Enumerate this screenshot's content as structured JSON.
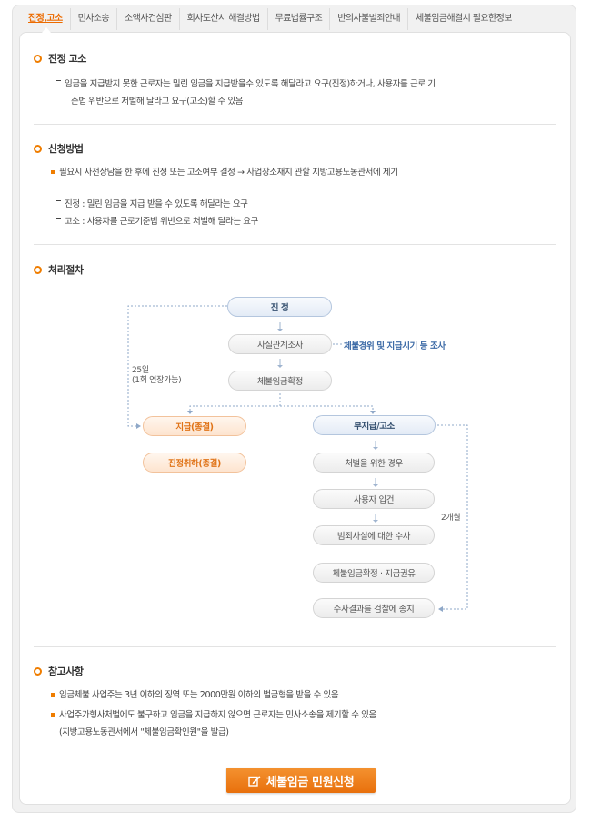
{
  "tabs": [
    {
      "label": "진정,고소",
      "active": true
    },
    {
      "label": "민사소송"
    },
    {
      "label": "소액사건심판"
    },
    {
      "label": "회사도산시 해결방법"
    },
    {
      "label": "무료법률구조"
    },
    {
      "label": "반의사불벌죄안내"
    },
    {
      "label": "체불임금해결시 필요한정보"
    }
  ],
  "section1": {
    "title": "진정 고소",
    "line1": "임금을 지급받지 못한 근로자는 밀린 임금을 지급받을수 있도록 해달라고 요구(진정)하거나, 사용자를 근로 기",
    "line2": "준법 위반으로 처벌해 달라고 요구(고소)할 수 있음"
  },
  "section2": {
    "title": "신청방법",
    "bullet": "필요시 사전상담을 한 후에 진정 또는 고소여부 결정 → 사업장소재지 관할 지방고용노동관서에 제기",
    "item1": "진정 : 밀린 임금을 지급 받을 수 있도록 해달라는 요구",
    "item2": "고소 : 사용자를 근로기준법 위반으로 처벌해 달라는 요구"
  },
  "section3": {
    "title": "처리절차",
    "flow": {
      "step1": "진 정",
      "step2": "사실관계조사",
      "step2_note": "체불경위 및 지급시기 등 조사",
      "step3": "체불임금확정",
      "left_label_line1": "25일",
      "left_label_line2": "(1회 연장가능)",
      "left1": "지급(종결)",
      "left2": "진정취하(종결)",
      "right1": "부지급/고소",
      "right2": "처벌을 위한 경우",
      "right3": "사용자 입건",
      "right4": "범죄사실에 대한 수사",
      "right5": "체불임금확정 · 지급권유",
      "right6": "수사결과를 검찰에 송치",
      "right_label": "2개월"
    }
  },
  "section4": {
    "title": "참고사항",
    "bullet1": "임금체불 사업주는 3년 이하의 징역 또는 2000만원 이하의 벌금형을 받을 수 있음",
    "bullet2": "사업주가형사처벌에도 불구하고 임금을 지급하지 않으면 근로자는 민사소송을 제기할 수 있음",
    "bullet2_line2": "(지방고용노동관서에서 \"체불임금확인원\"을 발급)"
  },
  "cta": {
    "label": "체불임금 민원신청",
    "icon": "pencil-square-icon"
  },
  "colors": {
    "accent": "#ef7d00",
    "flow_blue": "#35506f",
    "note_blue": "#3c6aa6"
  }
}
